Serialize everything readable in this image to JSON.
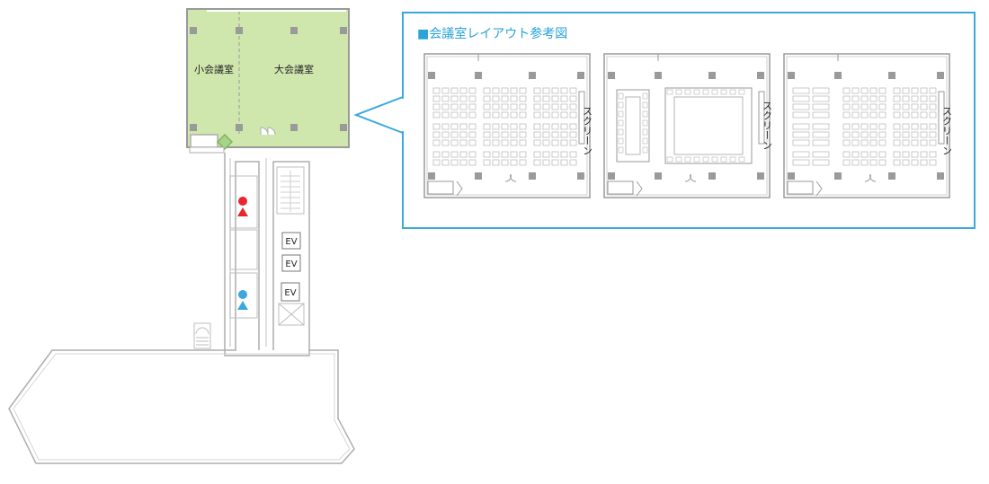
{
  "floorplan": {
    "small_room_label": "小会議室",
    "large_room_label": "大会議室",
    "elevator_labels": [
      "EV",
      "EV",
      "EV"
    ],
    "room_fill_color": "#cfe6ad",
    "wall_color": "#aeaeae"
  },
  "toilets": {
    "female_color": "#e8262d",
    "male_color": "#3ca7dd"
  },
  "layout_panel": {
    "title": "■会議室レイアウト参考図",
    "accent_color": "#39a9dc",
    "screen_labels": [
      "スクリーン",
      "スクリーン",
      "スクリーン"
    ]
  }
}
